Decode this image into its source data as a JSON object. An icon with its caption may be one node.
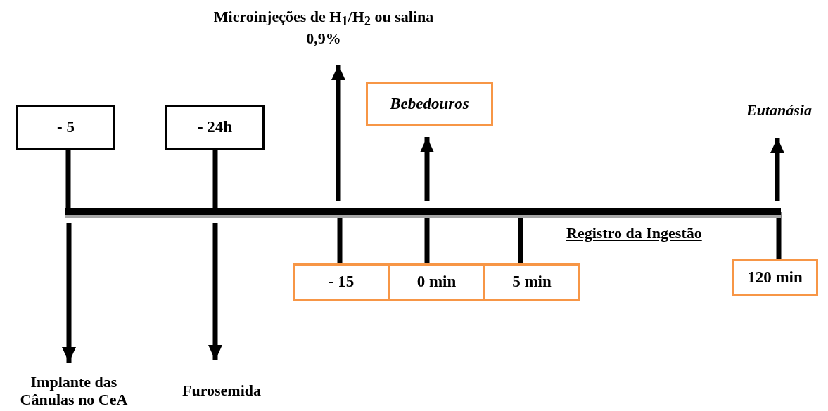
{
  "diagram": {
    "nodes": [
      {
        "text": [
          "Microinjeções de H$_{1}$/H$_{2}$ ou salina 0,9%"
        ]
      },
      {
        "text": [
          "Bebedouros"
        ]
      },
      {
        "text": [
          "Eutanásia"
        ]
      },
      {
        "text": [
          "- 5"
        ]
      },
      {
        "text": [
          "- 24h"
        ]
      },
      {
        "text": [],
        "shape": "bar"
      },
      {
        "text": [
          "- 15"
        ]
      },
      {
        "text": [
          "0 min"
        ]
      },
      {
        "text": [
          "5 min"
        ]
      },
      {
        "text": [
          "120 min"
        ]
      },
      {
        "text": [
          "Implante das Cânulas no CeA"
        ]
      },
      {
        "text": [
          "Furosemida"
        ]
      }
    ],
    "edges": [
      {
        "from": 5,
        "to": 0,
        "arrow": "to"
      },
      {
        "from": 5,
        "to": 1,
        "arrow": "to"
      },
      {
        "from": 5,
        "to": 2,
        "arrow": "to"
      },
      {
        "from": 3,
        "to": 5,
        "arrow": "none"
      },
      {
        "from": 4,
        "to": 5,
        "arrow": "none"
      },
      {
        "from": 5,
        "to": 6,
        "arrow": "none"
      },
      {
        "from": 5,
        "to": 7,
        "arrow": "none"
      },
      {
        "from": 5,
        "to": 8,
        "arrow": "none"
      },
      {
        "from": 5,
        "to": 9,
        "arrow": "none"
      },
      {
        "from": 5,
        "to": 10,
        "arrow": "to"
      },
      {
        "from": 5,
        "to": 11,
        "arrow": "to"
      }
    ],
    "labels": [
      "Registro da Ingestão"
    ]
  }
}
